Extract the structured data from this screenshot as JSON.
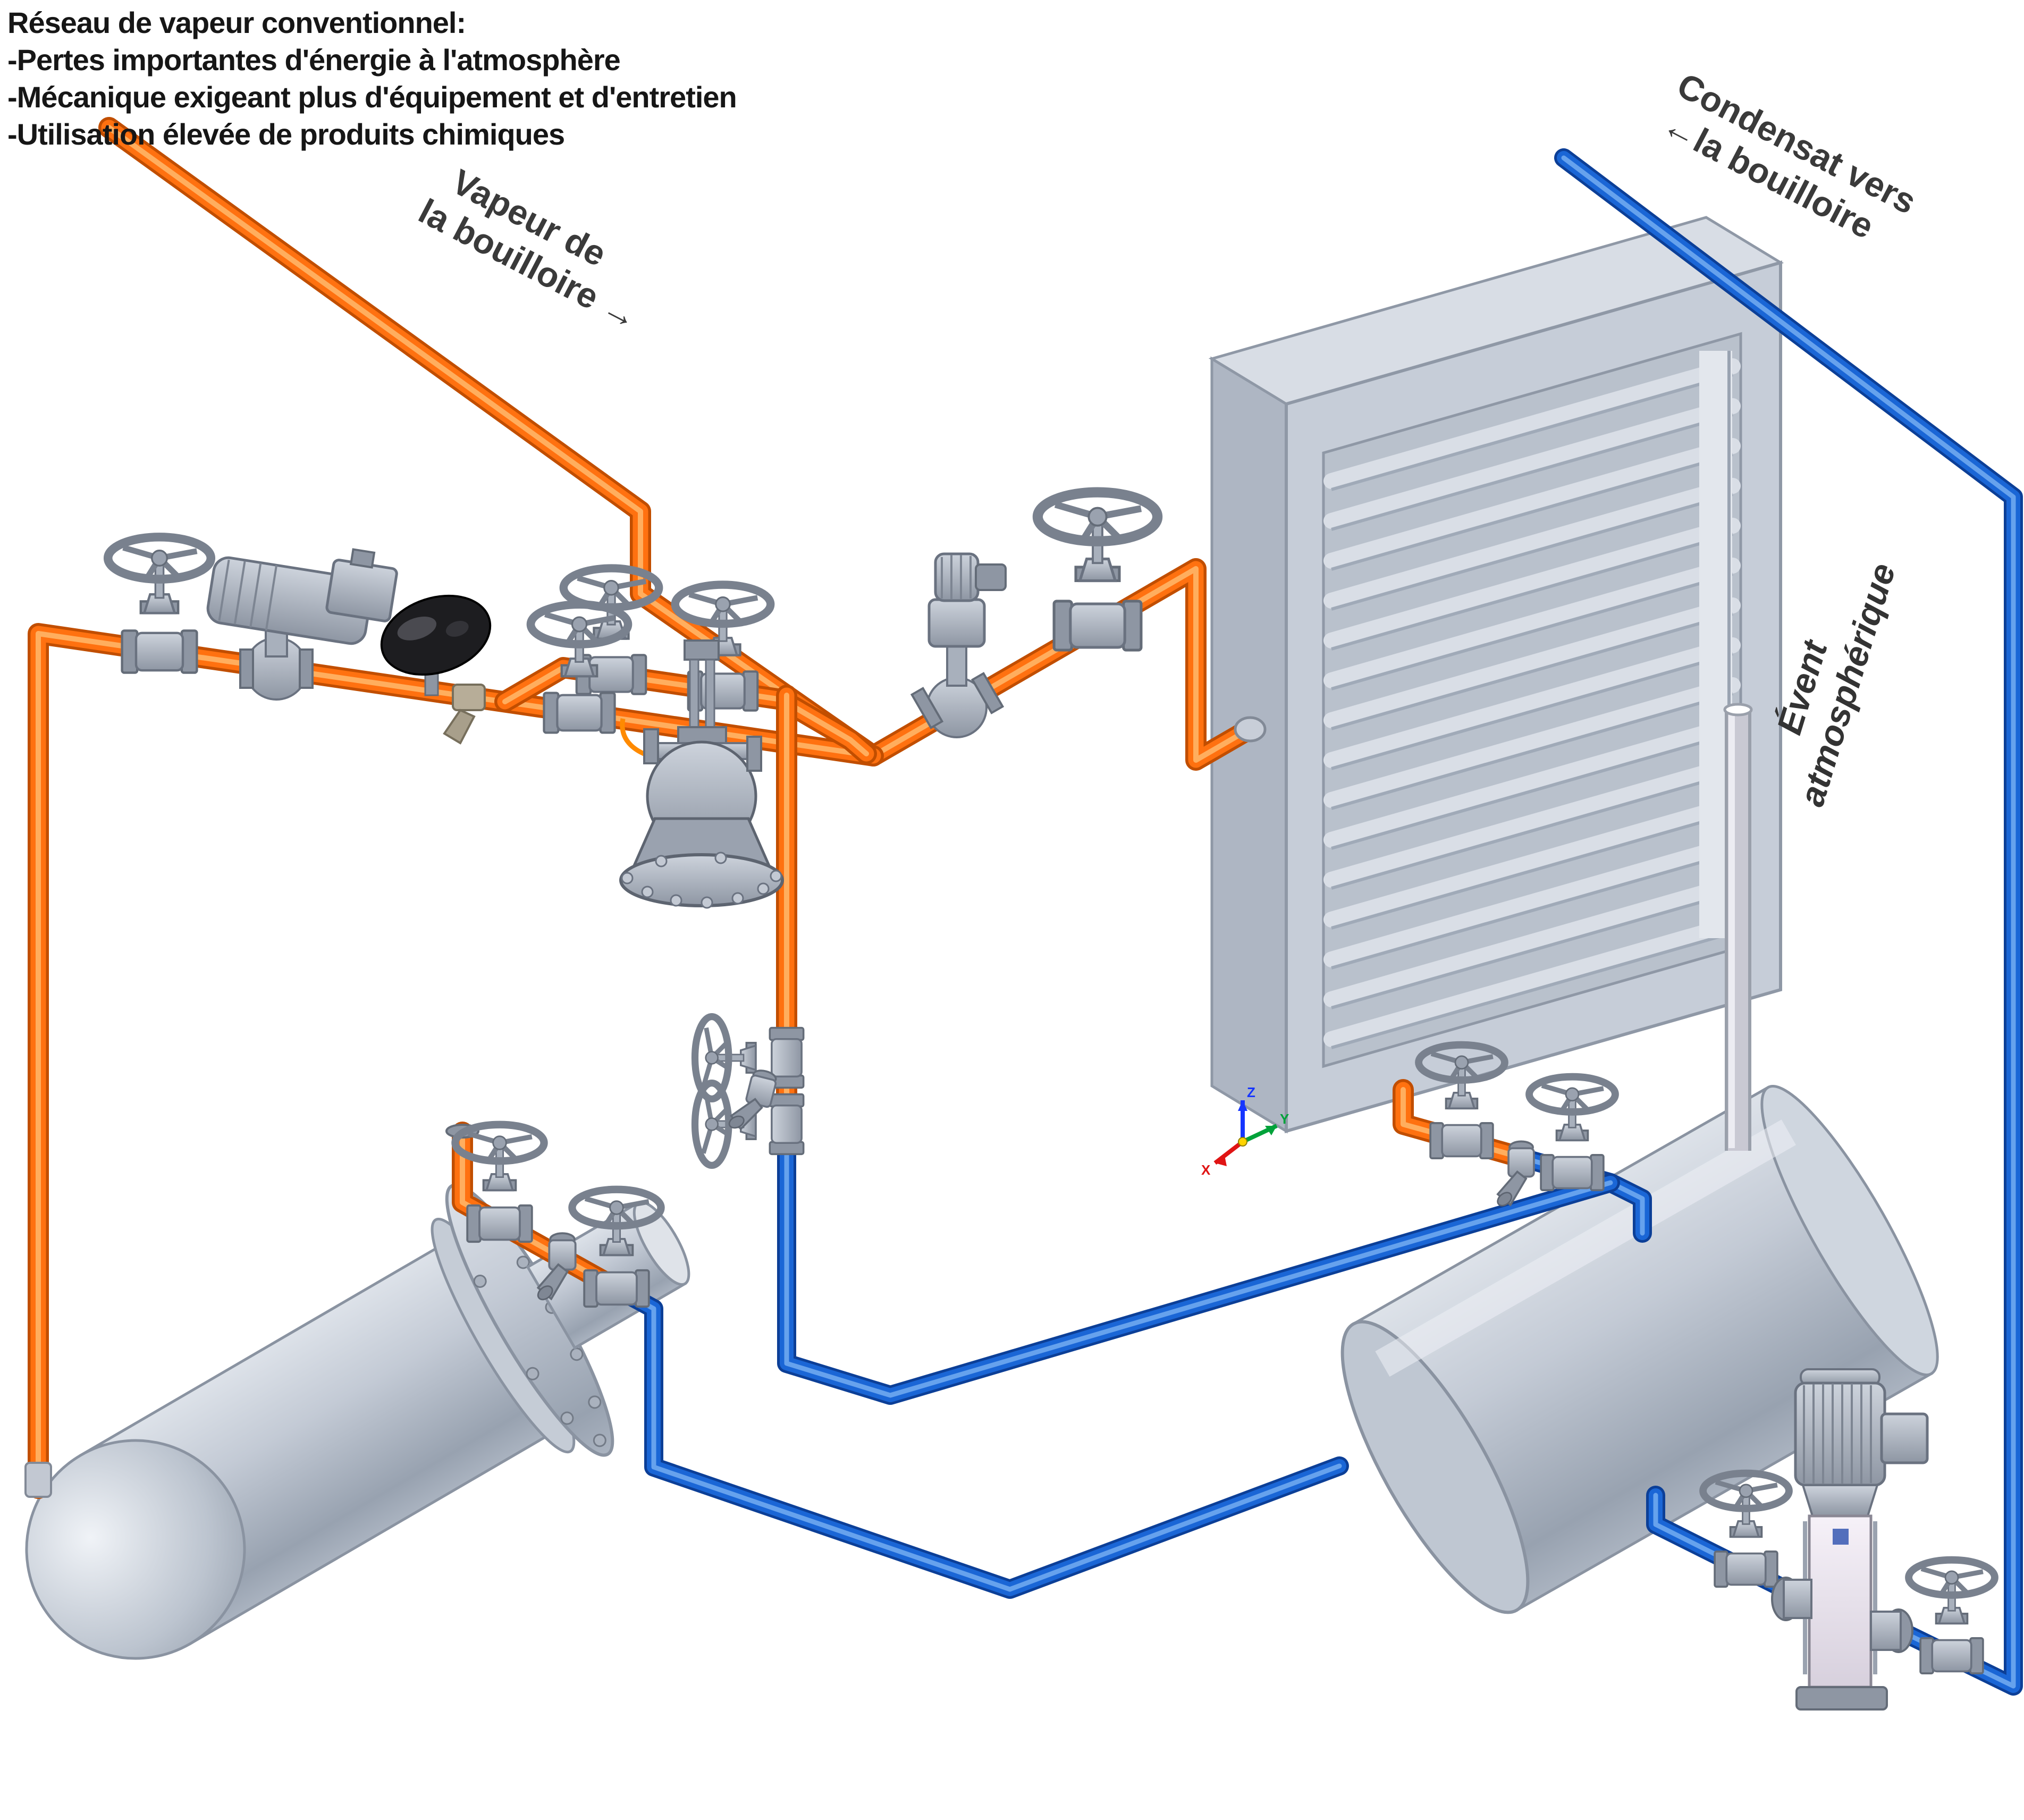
{
  "title": {
    "heading": "Réseau de vapeur conventionnel:",
    "bullets": [
      "-Pertes importantes d'énergie à l'atmosphère",
      "-Mécanique exigeant plus d'équipement et d'entretien",
      "-Utilisation élevée de produits chimiques"
    ]
  },
  "labels": {
    "steam": {
      "line1": "Vapeur de",
      "line2": "la bouilloire →"
    },
    "condensate": {
      "line1": "Condensat vers",
      "line2": "←la bouilloire"
    },
    "vent": {
      "line1": "Évent",
      "line2": "atmosphérique"
    }
  },
  "axis_triad": {
    "x": "X",
    "y": "Y",
    "z": "Z"
  },
  "colors": {
    "steam_pipe": "#FF7110",
    "condensate_pipe": "#1A66D6",
    "equipment_gray": "#AEB6C2",
    "vent_gray": "#C4C4CC",
    "label_text": "#3A3A3A",
    "title_text": "#161616"
  }
}
